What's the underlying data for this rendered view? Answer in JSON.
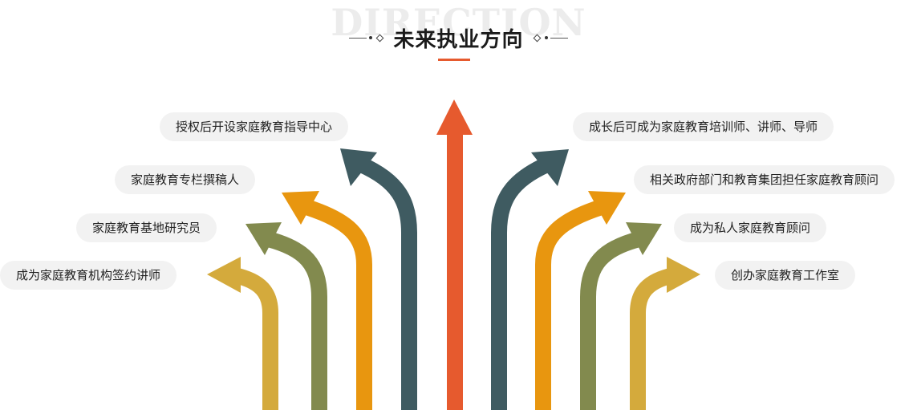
{
  "header": {
    "watermark": "DIRECTION",
    "title": "未来执业方向"
  },
  "colors": {
    "accent": "#e65a2e",
    "mustard": "#d4aa3c",
    "olive": "#828a4e",
    "amber": "#e8960f",
    "slate": "#3f5b61",
    "pill_bg": "#f2f2f2"
  },
  "left_items": [
    {
      "label": "授权后开设家庭教育指导中心"
    },
    {
      "label": "家庭教育专栏撰稿人"
    },
    {
      "label": "家庭教育基地研究员"
    },
    {
      "label": "成为家庭教育机构签约讲师"
    }
  ],
  "right_items": [
    {
      "label": "成长后可成为家庭教育培训师、讲师、导师"
    },
    {
      "label": "相关政府部门和教育集团担任家庭教育顾问"
    },
    {
      "label": "成为私人家庭教育顾问"
    },
    {
      "label": "创办家庭教育工作室"
    }
  ]
}
